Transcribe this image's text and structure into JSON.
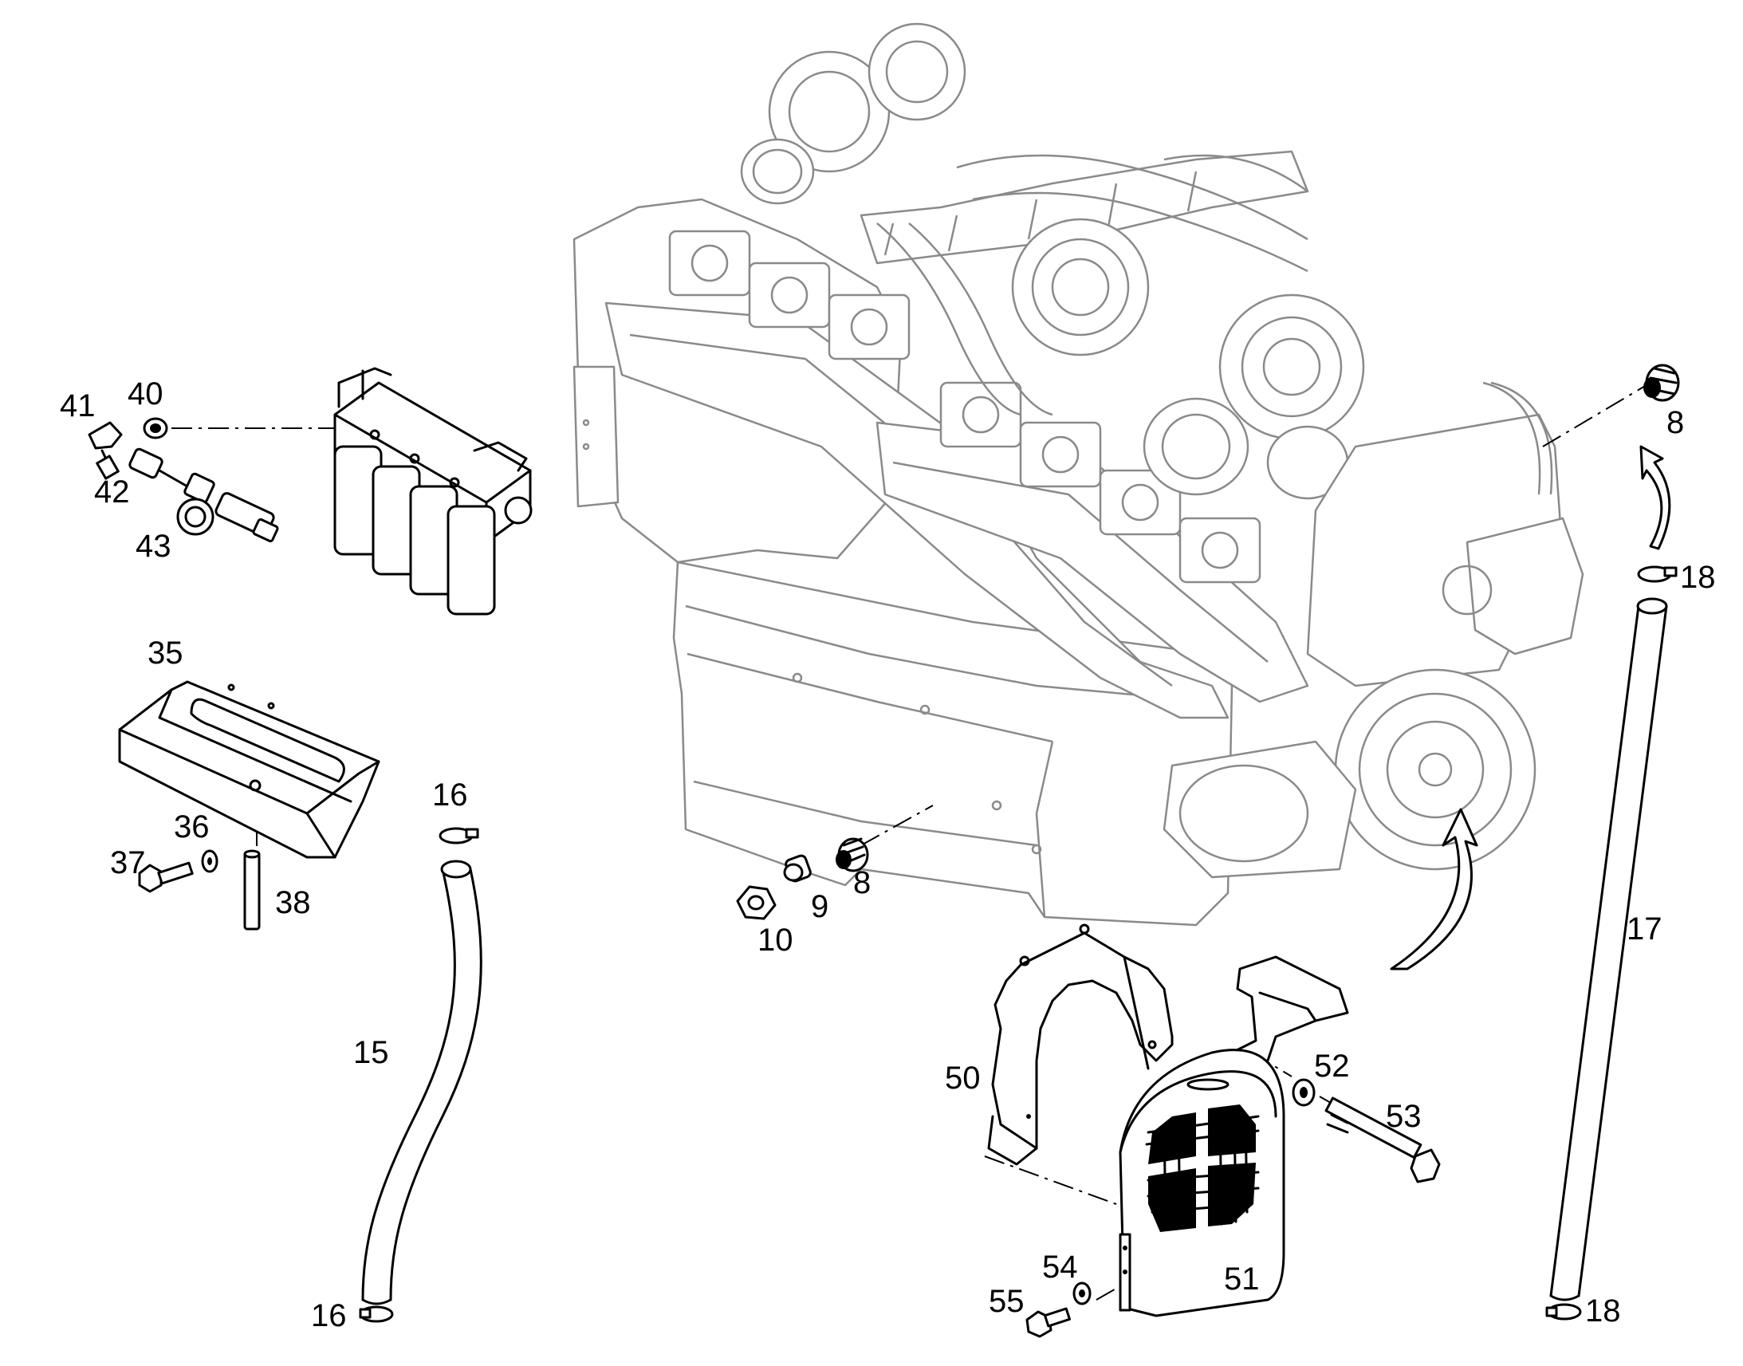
{
  "diagram": {
    "callouts": [
      {
        "id": "c41",
        "text": "41"
      },
      {
        "id": "c40",
        "text": "40"
      },
      {
        "id": "c42",
        "text": "42"
      },
      {
        "id": "c43",
        "text": "43"
      },
      {
        "id": "c35",
        "text": "35"
      },
      {
        "id": "c36",
        "text": "36"
      },
      {
        "id": "c37",
        "text": "37"
      },
      {
        "id": "c38",
        "text": "38"
      },
      {
        "id": "c16a",
        "text": "16"
      },
      {
        "id": "c15",
        "text": "15"
      },
      {
        "id": "c16b",
        "text": "16"
      },
      {
        "id": "c10",
        "text": "10"
      },
      {
        "id": "c9",
        "text": "9"
      },
      {
        "id": "c8a",
        "text": "8"
      },
      {
        "id": "c8b",
        "text": "8"
      },
      {
        "id": "c18a",
        "text": "18"
      },
      {
        "id": "c17",
        "text": "17"
      },
      {
        "id": "c18b",
        "text": "18"
      },
      {
        "id": "c50",
        "text": "50"
      },
      {
        "id": "c51",
        "text": "51"
      },
      {
        "id": "c52",
        "text": "52"
      },
      {
        "id": "c53",
        "text": "53"
      },
      {
        "id": "c54",
        "text": "54"
      },
      {
        "id": "c55",
        "text": "55"
      }
    ]
  }
}
